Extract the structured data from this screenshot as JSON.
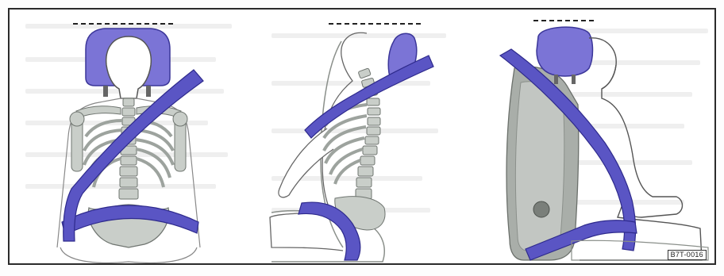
{
  "figure": {
    "reference_code": "B7T-0016",
    "panels": [
      {
        "id": "front-view-belt-torso",
        "belt_color": "#5a55c4",
        "headrest_color": "#7b74d6"
      },
      {
        "id": "side-view-belt-spine",
        "belt_color": "#5a55c4",
        "headrest_color": "#7b74d6"
      },
      {
        "id": "side-view-belt-seat",
        "belt_color": "#5a55c4",
        "headrest_color": "#7b74d6"
      }
    ]
  },
  "colors": {
    "belt": "#5a55c4",
    "belt_edge": "#2e2a8c",
    "headrest": "#7b74d6",
    "bone": "#c9cec9",
    "bone_edge": "#6f7570",
    "seat": "#a9aea9",
    "outline": "#555555"
  }
}
